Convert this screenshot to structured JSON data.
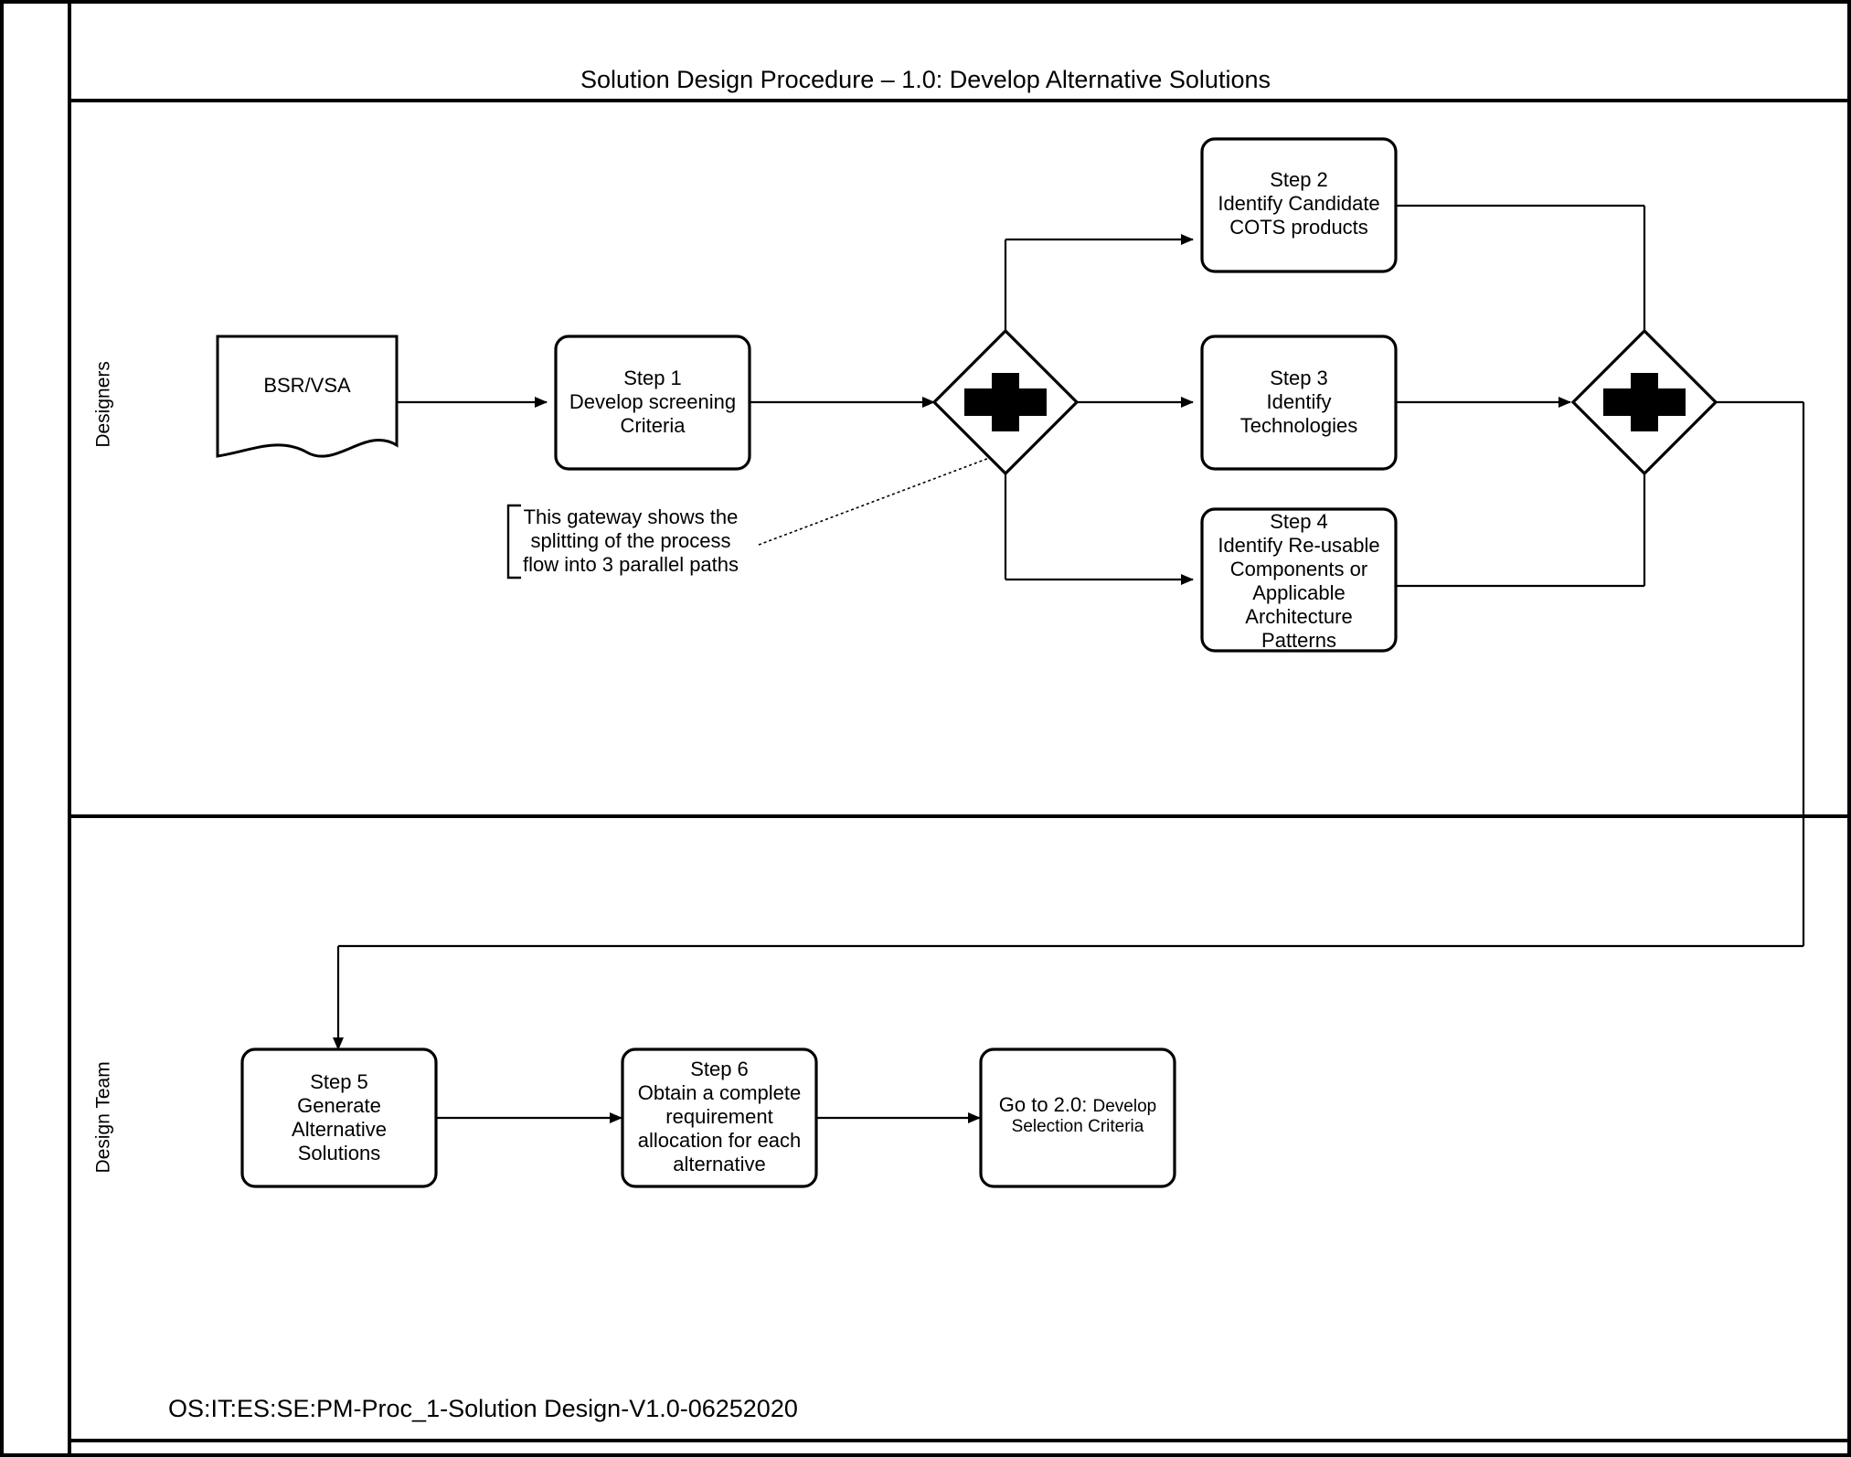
{
  "diagram": {
    "title": "Solution Design Procedure – 1.0: Develop Alternative Solutions",
    "footer": "OS:IT:ES:SE:PM-Proc_1-Solution Design-V1.0-06252020",
    "type": "bpmn-swimlane",
    "colors": {
      "stroke": "#000000",
      "fill": "#ffffff",
      "text": "#000000",
      "background": "#ffffff"
    }
  },
  "lanes": [
    {
      "id": "lane-designers",
      "label": "Designers"
    },
    {
      "id": "lane-design-team",
      "label": "Design Team"
    }
  ],
  "nodes": {
    "document": {
      "id": "bsr-vsa",
      "shape": "document",
      "label": "BSR/VSA"
    },
    "step1": {
      "id": "step-1",
      "shape": "task",
      "lines": [
        "Step 1",
        "Develop screening",
        "Criteria"
      ]
    },
    "gateway_split": {
      "id": "parallel-gateway-split",
      "shape": "parallel-gateway",
      "symbol": "plus"
    },
    "step2": {
      "id": "step-2",
      "shape": "task",
      "lines": [
        "Step 2",
        "Identify Candidate",
        "COTS products"
      ]
    },
    "step3": {
      "id": "step-3",
      "shape": "task",
      "lines": [
        "Step 3",
        "Identify",
        "Technologies"
      ]
    },
    "step4": {
      "id": "step-4",
      "shape": "task",
      "lines": [
        "Step 4",
        "Identify Re-usable",
        "Components or",
        "Applicable",
        "Architecture",
        "Patterns"
      ]
    },
    "gateway_join": {
      "id": "parallel-gateway-join",
      "shape": "parallel-gateway",
      "symbol": "plus"
    },
    "step5": {
      "id": "step-5",
      "shape": "task",
      "lines": [
        "Step 5",
        "Generate",
        "Alternative",
        "Solutions"
      ]
    },
    "step6": {
      "id": "step-6",
      "shape": "task",
      "lines": [
        "Step 6",
        "Obtain a complete",
        "requirement",
        "allocation for each",
        "alternative"
      ]
    },
    "goto": {
      "id": "go-to-2",
      "shape": "task",
      "main": "Go to 2.0:",
      "sub_line1": "Develop",
      "sub_line2": "Selection Criteria"
    }
  },
  "annotation": {
    "id": "gateway-note",
    "lines": [
      "This gateway shows the",
      "splitting of the process",
      "flow into 3 parallel paths"
    ]
  }
}
